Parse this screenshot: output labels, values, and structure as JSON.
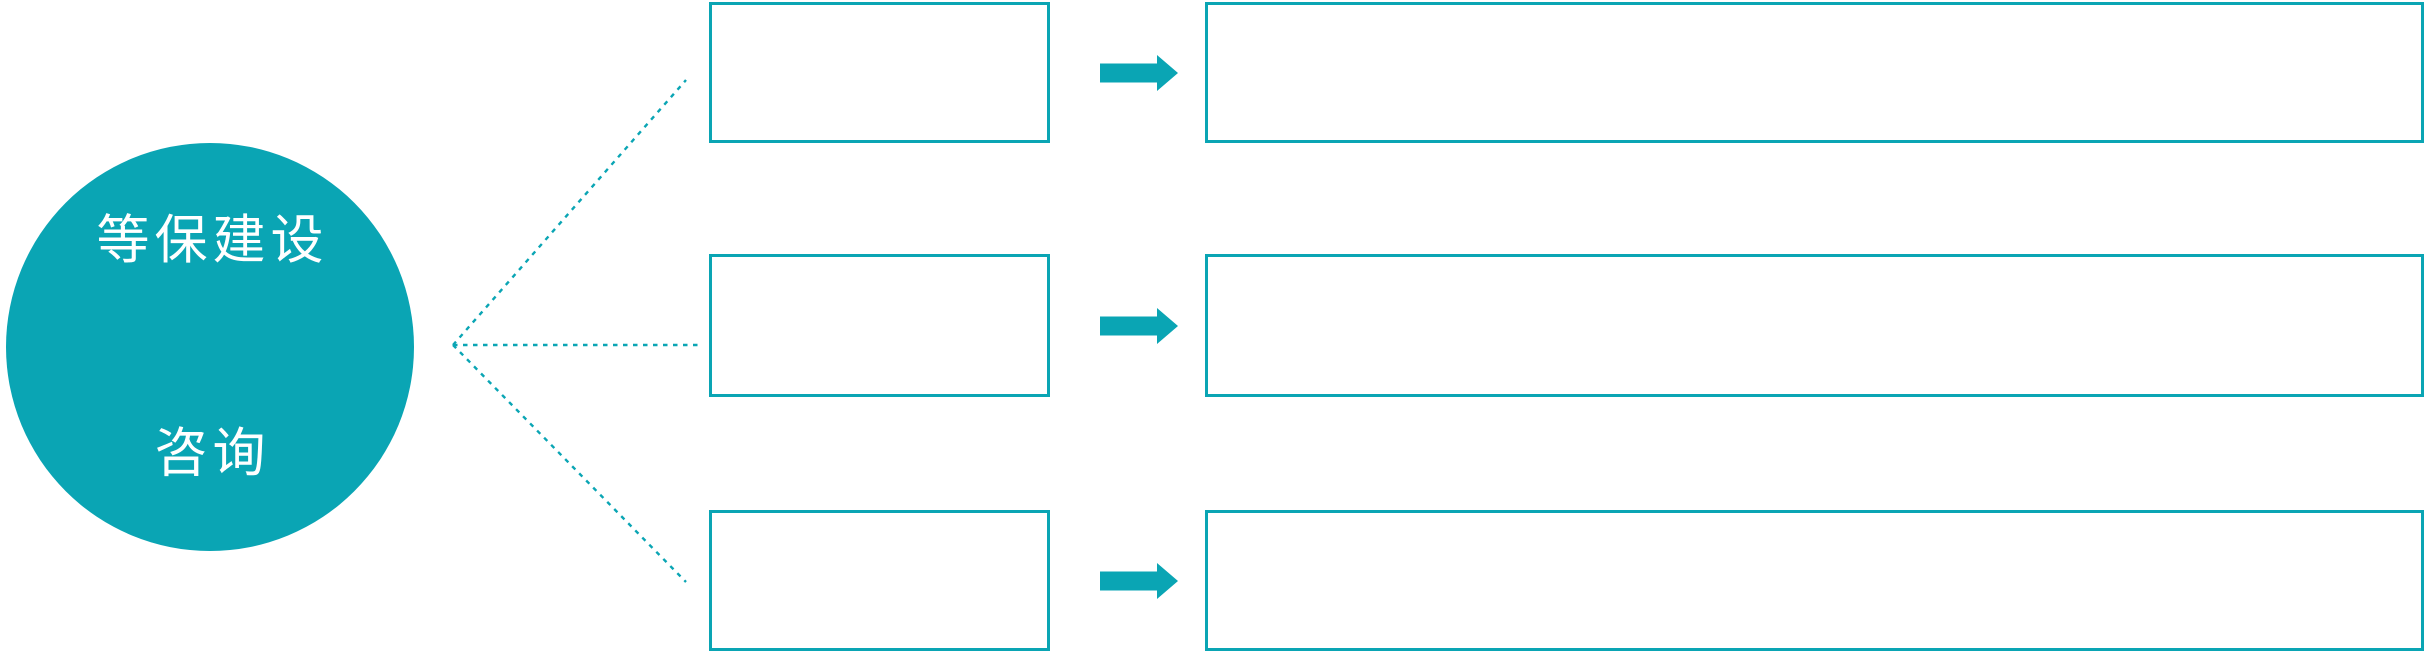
{
  "diagram": {
    "root_node": {
      "label_line1": "等保建设",
      "label_line2": "咨询"
    },
    "branch_boxes": [
      {
        "label": ""
      },
      {
        "label": ""
      },
      {
        "label": ""
      }
    ],
    "detail_boxes": [
      {
        "label": ""
      },
      {
        "label": ""
      },
      {
        "label": ""
      }
    ],
    "icons": {
      "connector": "dotted-connector-line",
      "arrow": "right-block-arrow"
    },
    "colors": {
      "accent": "#0aa5b4",
      "node_text": "#ffffff",
      "background": "#ffffff"
    }
  }
}
